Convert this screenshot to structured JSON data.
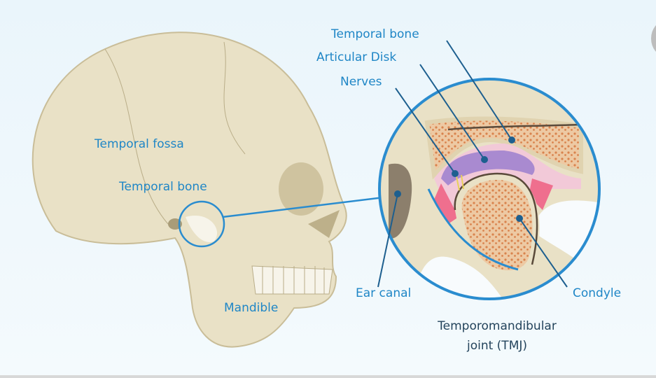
{
  "labels": {
    "temporal_bone_detail": "Temporal bone",
    "articular_disk": "Articular Disk",
    "nerves": "Nerves",
    "temporal_fossa": "Temporal fossa",
    "temporal_bone_skull": "Temporal bone",
    "mandible": "Mandible",
    "ear_canal": "Ear canal",
    "condyle": "Condyle"
  },
  "caption": {
    "line1": "Temporomandibular",
    "line2": "joint (TMJ)"
  },
  "colors": {
    "label": "#1f86c6",
    "outline": "#2a8ccf",
    "bone": "#e9e1c6",
    "marrow": "#e8b98f",
    "disk": "#a98ad0",
    "cartilage": "#ef6f8e"
  }
}
